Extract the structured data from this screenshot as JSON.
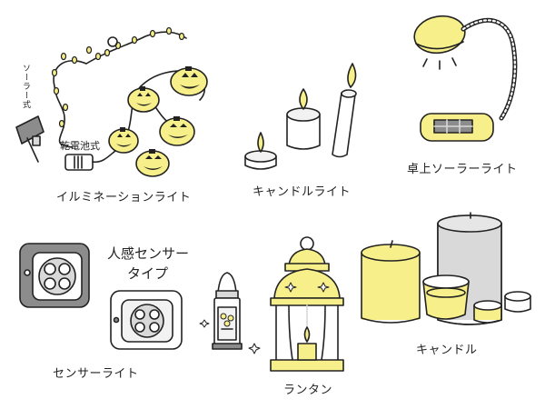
{
  "items": [
    {
      "label": "イルミネーションライト"
    },
    {
      "label": "キャンドルライト"
    },
    {
      "label": "卓上ソーラーライト"
    },
    {
      "label": "センサーライト"
    },
    {
      "label": "ランタン"
    },
    {
      "label": "キャンドル"
    }
  ],
  "notes": {
    "solar": "ソーラー式",
    "battery": "乾電池式",
    "sensor_line1": "人感センサー",
    "sensor_line2": "タイプ"
  },
  "colors": {
    "yellow": "#f7ef8a",
    "outline": "#222222",
    "gray": "#d9d9d9",
    "dark_gray": "#8c8c8c"
  }
}
